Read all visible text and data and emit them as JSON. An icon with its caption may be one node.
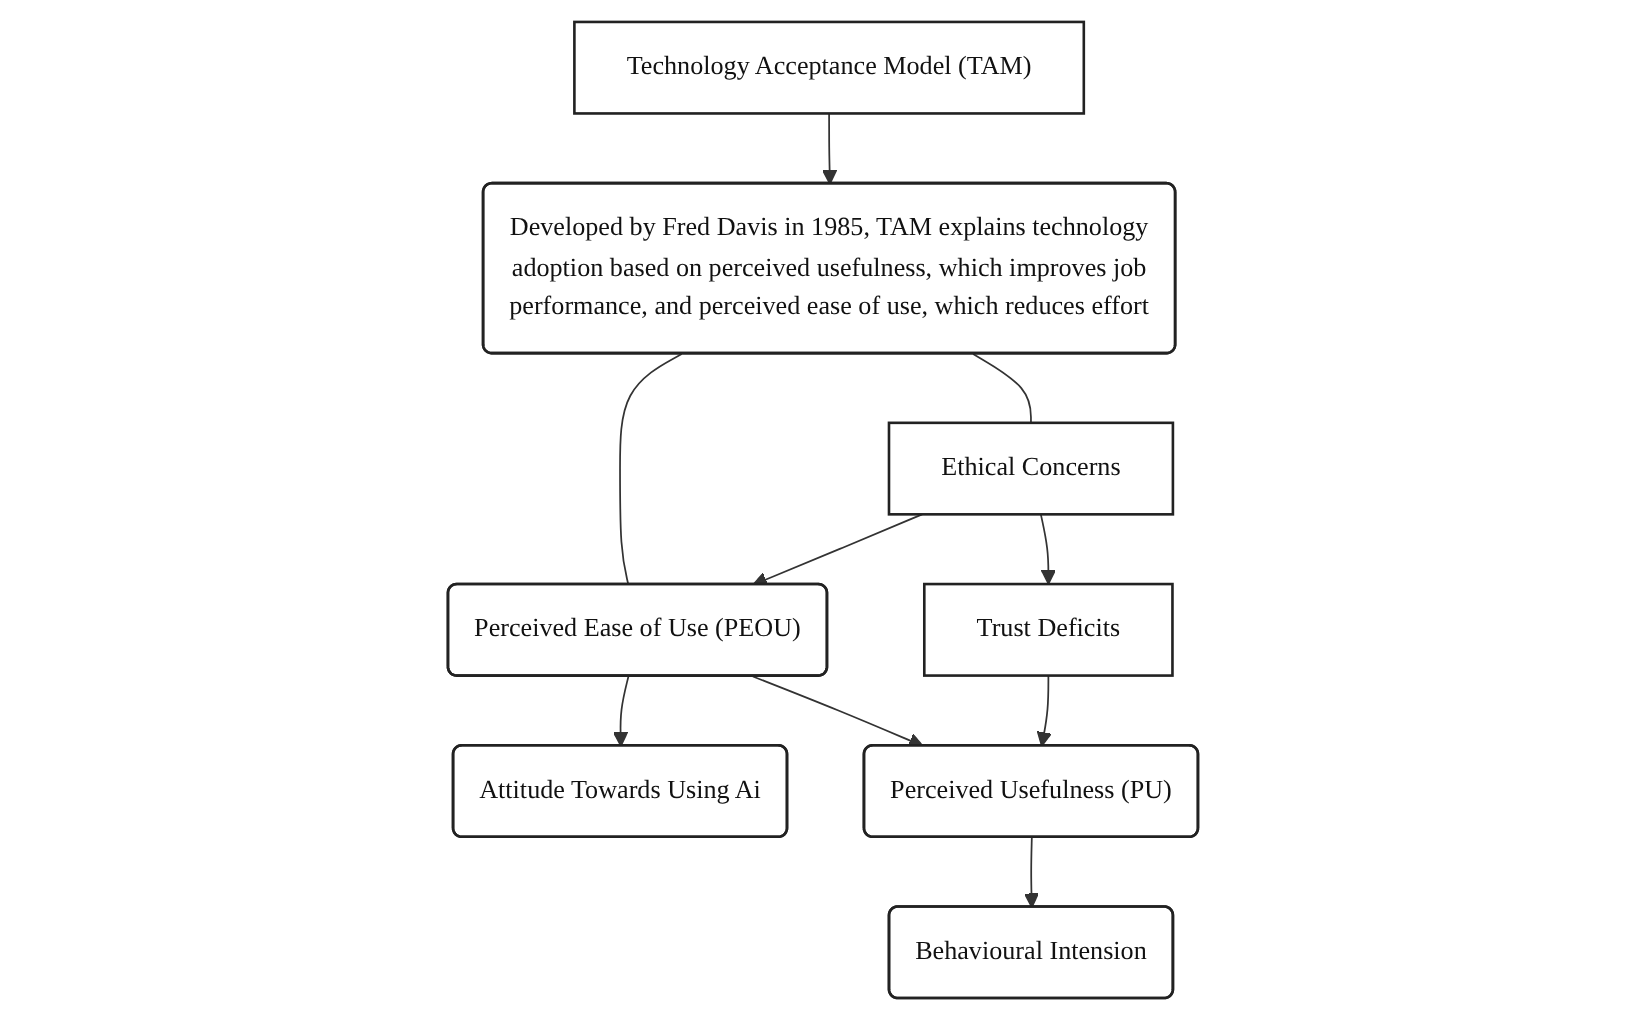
{
  "diagram": {
    "nodes": [
      {
        "text": [
          "Technology Acceptance Model (TAM)"
        ]
      },
      {
        "text": [
          "Developed by Fred Davis in 1985, TAM explains technology adoption based on perceived usefulness, which improves job performance, and perceived ease of use, which reduces effort"
        ]
      },
      {
        "text": [
          "Ethical Concerns"
        ]
      },
      {
        "text": [
          "Perceived Ease of Use (PEOU)"
        ]
      },
      {
        "text": [
          "Attitude Towards Using Ai"
        ]
      },
      {
        "text": [
          "Trust Deficits"
        ]
      },
      {
        "text": [
          "Perceived Usefulness (PU)"
        ]
      },
      {
        "text": [
          "Behavioural Intension"
        ]
      }
    ],
    "edges": [
      {
        "from": 0,
        "to": 1,
        "arrow": "to"
      },
      {
        "from": 1,
        "to": 2,
        "arrow": "none"
      },
      {
        "from": 1,
        "to": 3,
        "arrow": "none"
      },
      {
        "from": 2,
        "to": 3,
        "arrow": "to"
      },
      {
        "from": 3,
        "to": 4,
        "arrow": "to"
      },
      {
        "from": 2,
        "to": 5,
        "arrow": "to"
      },
      {
        "from": 3,
        "to": 6,
        "arrow": "to"
      },
      {
        "from": 5,
        "to": 6,
        "arrow": "to"
      },
      {
        "from": 6,
        "to": 7,
        "arrow": "to"
      }
    ]
  }
}
